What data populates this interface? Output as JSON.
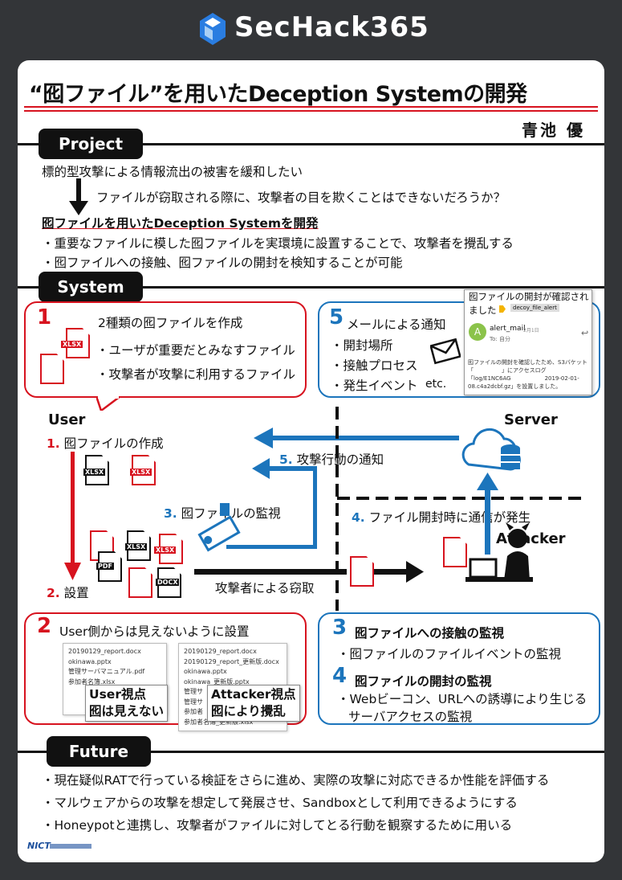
{
  "header": {
    "logo": "SecHack365"
  },
  "title": "“囮ファイル”を用いたDeception Systemの開発",
  "author": "青池 優",
  "project": {
    "heading": "Project",
    "line1": "標的型攻撃による情報流出の被害を緩和したい",
    "line2": "ファイルが窃取される際に、攻撃者の目を欺くことはできないだろうか？",
    "line3": "囮ファイルを用いたDeception Systemを開発",
    "bullet1": "・重要なファイルに模した囮ファイルを実環境に設置することで、攻撃者を攪乱する",
    "bullet2": "・囮ファイルへの接触、囮ファイルの開封を検知することが可能"
  },
  "system": {
    "heading": "System",
    "box1": {
      "num": "1",
      "title": "2種類の囮ファイルを作成",
      "item1": "・ユーザが重要だとみなすファイル",
      "item2": "・攻撃者が攻撃に利用するファイル",
      "file_label": "XLSX"
    },
    "box5": {
      "num": "5",
      "title": "メールによる通知",
      "item1": "・開封場所",
      "item2": "・接触プロセス",
      "item3": "・発生イベント",
      "etc": "etc."
    },
    "email": {
      "subject": "囮ファイルの開封が確認されました",
      "tag": "decoy_file_alert",
      "sender_initial": "A",
      "sender": "alert_mail",
      "date": "2月1日",
      "to": "To: 自分",
      "body1": "囮ファイルの開封を確認したため、S3バケット",
      "body2": "「　　　　　」にアクセスログ",
      "body3": "「log/E1NC6AG　　　　　　2019-02-01-",
      "body4": "08.c4a2dcbf.gz」を設置しました。"
    },
    "user_label": "User",
    "server_label": "Server",
    "attacker_label": "Attacker",
    "step1_num": "1.",
    "step1": "囮ファイルの作成",
    "step2_num": "2.",
    "step2": "設置",
    "step3_num": "3.",
    "step3": "囮ファイルの監視",
    "step4_num": "4.",
    "step4": "ファイル開封時に通信が発生",
    "step5_num": "5.",
    "step5": "攻撃行動の通知",
    "theft": "攻撃者による窃取",
    "file_labels": {
      "xlsx": "XLSX",
      "pdf": "PDF",
      "docx": "DOCX"
    },
    "box2": {
      "num": "2",
      "title": "User側からは見えないように設置",
      "user_files": [
        "20190129_report.docx",
        "okinawa.pptx",
        "管理サーバマニュアル.pdf",
        "参加者名簿.xlsx"
      ],
      "attacker_files": [
        "20190129_report.docx",
        "20190129_report_更新版.docx",
        "okinawa.pptx",
        "okinawa_更新版.pptx",
        "管理サ",
        "管理サ",
        "参加者",
        "参加者名簿_更新版.xlsx"
      ],
      "user_caption1": "User視点",
      "user_caption2": "囮は見えない",
      "attacker_caption1": "Attacker視点",
      "attacker_caption2": "囮により攪乱"
    },
    "box34": {
      "num3": "3",
      "title3": "囮ファイルへの接触の監視",
      "item3": "・囮ファイルのファイルイベントの監視",
      "num4": "4",
      "title4": "囮ファイルの開封の監視",
      "item4a": "・Webビーコン、URLへの誘導により生じる",
      "item4b": "サーバアクセスの監視"
    }
  },
  "future": {
    "heading": "Future",
    "item1": "・現在疑似RATで行っている検証をさらに進め、実際の攻撃に対応できるか性能を評価する",
    "item2": "・マルウェアからの攻撃を想定して発展させ、Sandboxとして利用できるようにする",
    "item3": "・Honeypotと連携し、攻撃者がファイルに対してとる行動を観察するために用いる"
  },
  "footer": {
    "logo": "NICT"
  },
  "colors": {
    "accent_red": "#d7131f",
    "accent_blue": "#1c75bc",
    "background": "#333538"
  }
}
